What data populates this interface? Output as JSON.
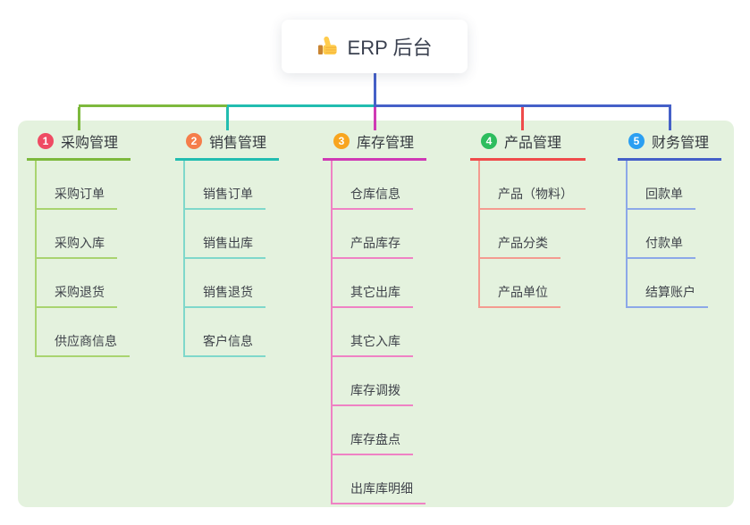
{
  "root": {
    "title": "ERP 后台",
    "icon": "thumbs-up-icon"
  },
  "colors": {
    "panel_bg": "#e4f2de",
    "card_bg": "#ffffff",
    "root_line": "#4560c8",
    "header_text": "#35393f",
    "child_text": "#3f434a"
  },
  "branches": [
    {
      "number": "1",
      "title": "采购管理",
      "badge_color": "#ef4b63",
      "line_color": "#7db93d",
      "child_line_color": "#a9d470",
      "children": [
        "采购订单",
        "采购入库",
        "采购退货",
        "供应商信息"
      ]
    },
    {
      "number": "2",
      "title": "销售管理",
      "badge_color": "#f57d4a",
      "line_color": "#22bdb0",
      "child_line_color": "#7fd8cb",
      "children": [
        "销售订单",
        "销售出库",
        "销售退货",
        "客户信息"
      ]
    },
    {
      "number": "3",
      "title": "库存管理",
      "badge_color": "#f8a51f",
      "line_color": "#cf3ab5",
      "child_line_color": "#ef82c4",
      "children": [
        "仓库信息",
        "产品库存",
        "其它出库",
        "其它入库",
        "库存调拨",
        "库存盘点",
        "出库库明细"
      ]
    },
    {
      "number": "4",
      "title": "产品管理",
      "badge_color": "#2dbd5e",
      "line_color": "#ef4b4b",
      "child_line_color": "#f49b90",
      "children": [
        "产品（物料）",
        "产品分类",
        "产品单位"
      ]
    },
    {
      "number": "5",
      "title": "财务管理",
      "badge_color": "#2b9ff2",
      "line_color": "#4560c8",
      "child_line_color": "#8ca8e8",
      "children": [
        "回款单",
        "付款单",
        "结算账户"
      ]
    }
  ]
}
